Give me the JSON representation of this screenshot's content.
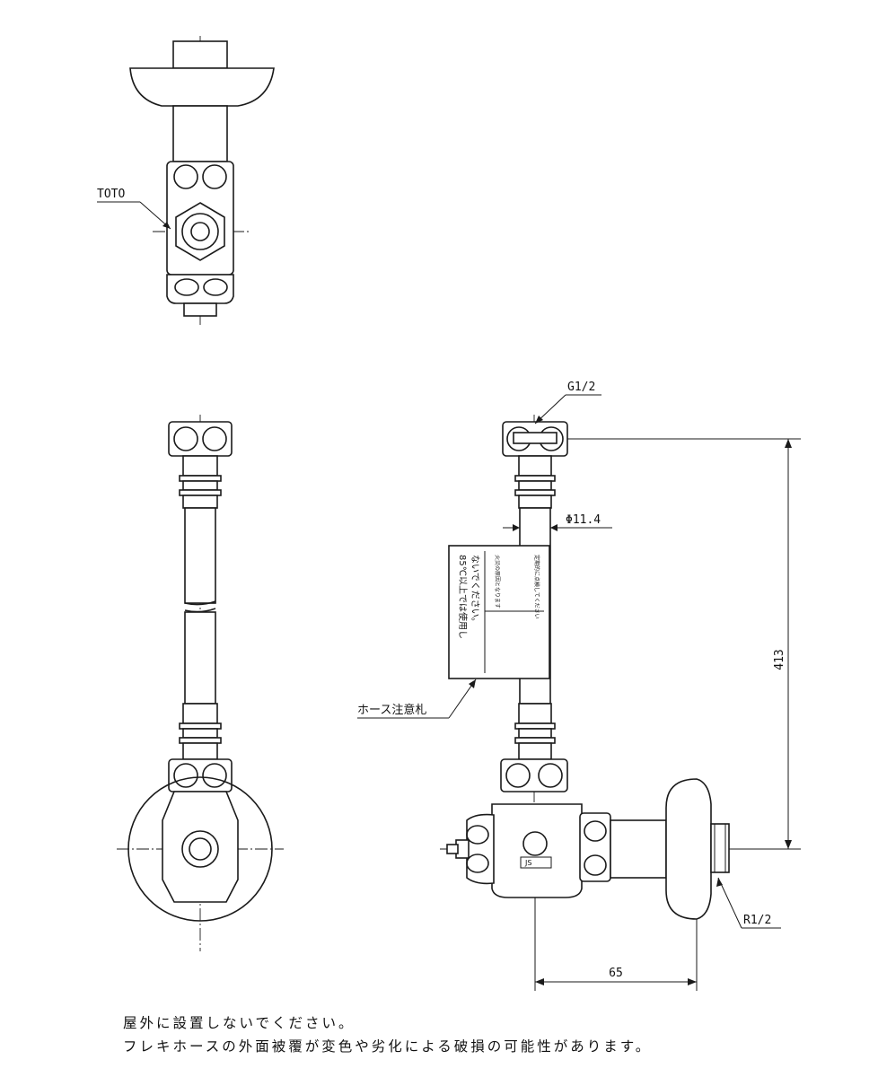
{
  "labels": {
    "brand": "TOTO",
    "thread_top": "G1/2",
    "diameter": "Φ11.4",
    "length": "413",
    "hose_tag": "ホース注意札",
    "thread_bottom": "R1/2",
    "offset": "65"
  },
  "tag_text": {
    "col1": "85℃以上では使用し",
    "col2": "ないでください。",
    "col3": "火災の原因となります",
    "col4": "定期的に点検してください"
  },
  "notes": {
    "line1": "屋外に設置しないでください。",
    "line2": "フレキホースの外面被覆が変色や劣化による破損の可能性があります。"
  }
}
